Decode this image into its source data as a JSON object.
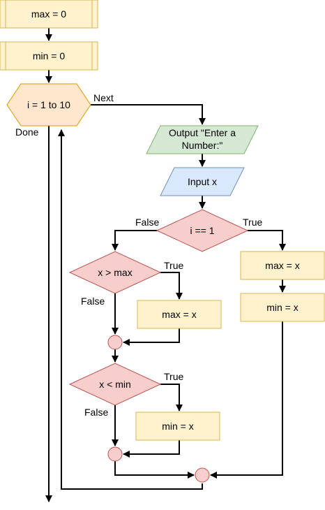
{
  "nodes": {
    "max_init": "max = 0",
    "min_init": "min = 0",
    "loop": "i = 1 to 10",
    "output_line1": "Output \"Enter a",
    "output_line2": "Number:\"",
    "input": "Input x",
    "cond_first": "i == 1",
    "set_max_first": "max = x",
    "set_min_first": "min = x",
    "cond_max": "x > max",
    "set_max": "max = x",
    "cond_min": "x < min",
    "set_min": "min = x"
  },
  "labels": {
    "next": "Next",
    "done": "Done",
    "first_false": "False",
    "first_true": "True",
    "max_true": "True",
    "max_false": "False",
    "min_true": "True",
    "min_false": "False"
  },
  "colors": {
    "process_fill": "#fff2cc",
    "process_stroke": "#d6b656",
    "io_output_fill": "#d5e8d4",
    "io_input_fill": "#dae8fc",
    "decision_fill": "#f8cecc",
    "loop_fill": "#ffe6cc",
    "connector_fill": "#f8cecc"
  }
}
